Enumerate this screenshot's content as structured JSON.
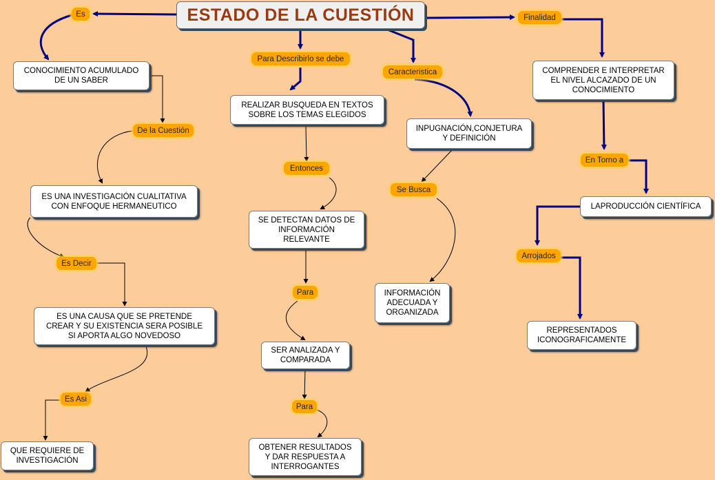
{
  "title": "ESTADO DE LA CUESTIÓN",
  "links": {
    "es": "Es",
    "para_describirlo": "Para Describirlo se debe",
    "caracteristica": "Caracteristica",
    "finalidad": "Finalidad",
    "de_la_cuestion": "De la Cuestión",
    "es_decir": "Es Decir",
    "es_asi": "Es Asi",
    "entonces": "Entonces",
    "para_1": "Para",
    "para_2": "Para",
    "se_busca": "Se Busca",
    "en_torno_a": "En Torno a",
    "arrojados": "Arrojados"
  },
  "concepts": {
    "conocimiento": "CONOCIMIENTO ACUMULADO\nDE UN SABER",
    "investigacion": "ES UNA INVESTIGACIÓN CUALITATIVA\nCON ENFOQUE HERMANEUTICO",
    "causa": "ES UNA CAUSA QUE SE PRETENDE\nCREAR Y SU EXISTENCIA SERA POSIBLE\nSI APORTA ALGO NOVEDOSO",
    "requiere": "QUE REQUIERE DE\nINVESTIGACIÓN",
    "busqueda": "REALIZAR BUSQUEDA EN TEXTOS\nSOBRE LOS TEMAS ELEGIDOS",
    "detectan": "SE DETECTAN DATOS DE\nINFORMACIÓN\nRELEVANTE",
    "analizada": "SER ANALIZADA Y\nCOMPARADA",
    "obtener": "OBTENER RESULTADOS\nY DAR RESPUESTA A\nINTERROGANTES",
    "inpugnacion": "INPUGNACIÓN,CONJETURA\nY DEFINICIÓN",
    "informacion": "INFORMACIÓN\nADECUADA Y\nORGANIZADA",
    "comprender": "COMPRENDER E INTERPRETAR\nEL NIVEL ALCAZADO DE UN\nCONOCIMIENTO",
    "produccion": "LAPRODUCCIÓN CIENTÍFICA",
    "representados": "REPRESENTADOS\nICONOGRAFICAMENTE"
  },
  "colors": {
    "background": "#fccc9b",
    "title_text": "#9b3a10",
    "link_fill": "#ffa500",
    "connector_blue": "#00007f",
    "connector_black": "#000000"
  }
}
